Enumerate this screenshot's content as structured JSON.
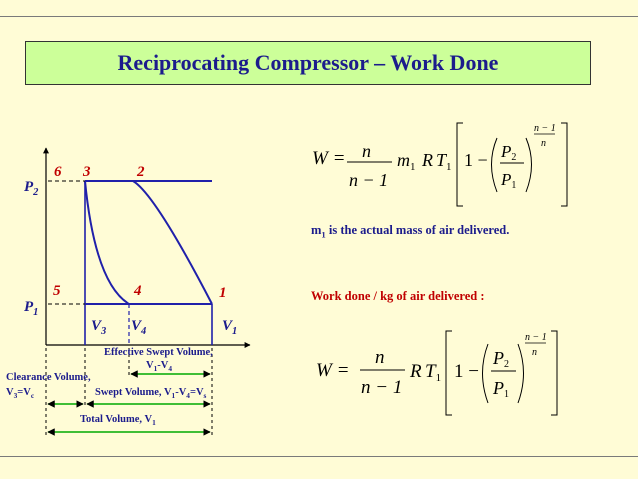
{
  "title": "Reciprocating Compressor – Work Done",
  "diagram": {
    "pressure_labels": [
      {
        "main": "P",
        "sub": "2"
      },
      {
        "main": "P",
        "sub": "1"
      }
    ],
    "point_labels": [
      "6",
      "3",
      "2",
      "5",
      "4",
      "1"
    ],
    "volume_labels": [
      {
        "main": "V",
        "sub": "3"
      },
      {
        "main": "V",
        "sub": "4"
      },
      {
        "main": "V",
        "sub": "1"
      }
    ],
    "effective_swept_line1": "Effective Swept Volume,",
    "effective_swept_line2": {
      "a": "V",
      "a_sub": "1",
      "sep": "-V",
      "b_sub": "4"
    },
    "clearance_line1": "Clearance Volume,",
    "clearance_line2": {
      "a": "V",
      "a_sub": "3",
      "eq": "=V",
      "b_sub": "c"
    },
    "swept": {
      "text": "Swept Volume, V",
      "s1": "1",
      "m": "-V",
      "s2": "4",
      "e": "=V",
      "s3": "s"
    },
    "total": {
      "text": "Total Volume, V",
      "s1": "1"
    }
  },
  "equation1": {
    "lhs": "W =",
    "num": "n",
    "den": "n − 1",
    "mass": {
      "main": "m",
      "sub": "1"
    },
    "R": "R",
    "T": {
      "main": "T",
      "sub": "1"
    },
    "one_minus": "1 −",
    "p_num": {
      "main": "P",
      "sub": "2"
    },
    "p_den": {
      "main": "P",
      "sub": "1"
    },
    "exp_num": "n − 1",
    "exp_den": "n"
  },
  "mass_note": {
    "main": "m",
    "sub": "1",
    "rest": " is the actual mass of air delivered."
  },
  "per_kg_label": "Work done / kg of air delivered :",
  "equation2": {
    "lhs": "W =",
    "num": "n",
    "den": "n − 1",
    "R": "R",
    "T": {
      "main": "T",
      "sub": "1"
    },
    "one_minus": "1 −",
    "p_num": {
      "main": "P",
      "sub": "2"
    },
    "p_den": {
      "main": "P",
      "sub": "1"
    },
    "exp_num": "n − 1",
    "exp_den": "n"
  }
}
